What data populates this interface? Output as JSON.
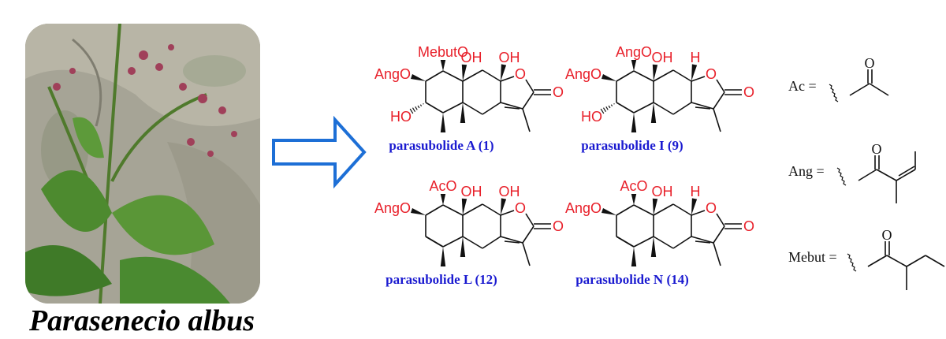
{
  "photo": {
    "caption": "Parasenecio albus"
  },
  "compounds": [
    {
      "name": "parasubolide A (1)",
      "top": "MebutO",
      "left": "AngO",
      "c3": "HO",
      "c8": "OH",
      "c10": "OH",
      "ring_o": "O",
      "carbonyl_o": "O"
    },
    {
      "name": "parasubolide I (9)",
      "top": "AngO",
      "left": "AngO",
      "c3": "HO",
      "c8": "H",
      "c10": "OH",
      "ring_o": "O",
      "carbonyl_o": "O"
    },
    {
      "name": "parasubolide L (12)",
      "top": "AcO",
      "left": "AngO",
      "c3": "",
      "c8": "OH",
      "c10": "OH",
      "ring_o": "O",
      "carbonyl_o": "O"
    },
    {
      "name": "parasubolide N (14)",
      "top": "AcO",
      "left": "AngO",
      "c3": "",
      "c8": "H",
      "c10": "OH",
      "ring_o": "O",
      "carbonyl_o": "O"
    }
  ],
  "definitions": [
    {
      "label": "Ac =",
      "o": "O"
    },
    {
      "label": "Ang =",
      "o": "O"
    },
    {
      "label": "Mebut =",
      "o": "O"
    }
  ],
  "colors": {
    "substituent": "#e8202a",
    "name": "#1a1ad0",
    "arrow": "#1d6fd6"
  }
}
